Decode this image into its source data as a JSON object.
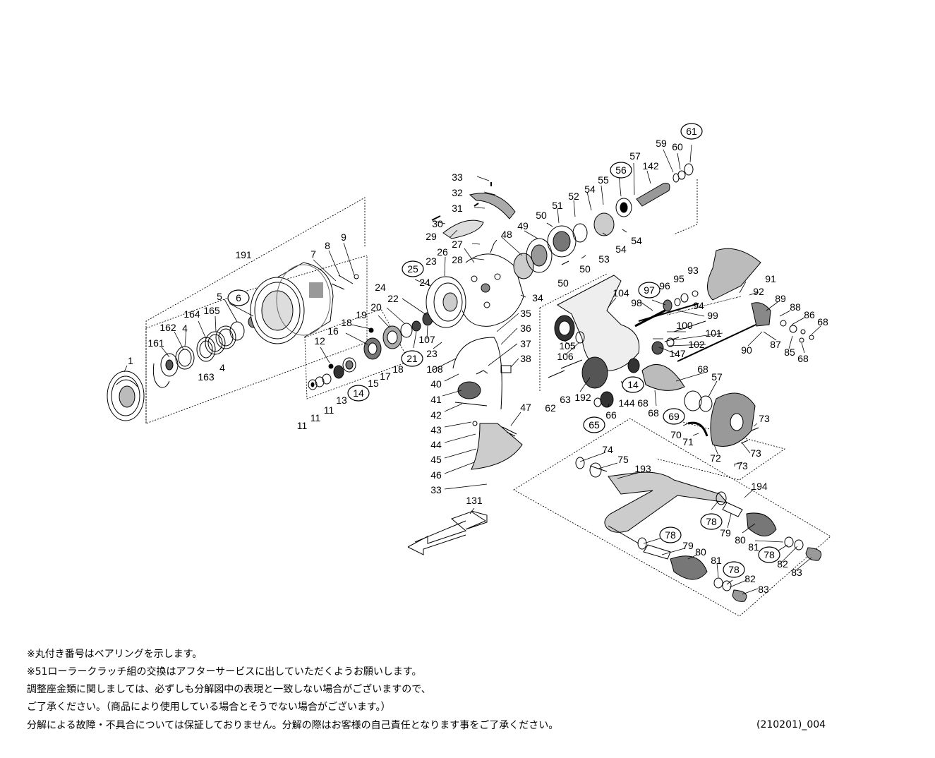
{
  "parts": {
    "p1": "1",
    "p4a": "4",
    "p4b": "4",
    "p5": "5",
    "p6": "6",
    "p7": "7",
    "p8": "8",
    "p9": "9",
    "p11a": "11",
    "p11b": "11",
    "p11c": "11",
    "p12": "12",
    "p13": "13",
    "p14a": "14",
    "p14b": "14",
    "p15": "15",
    "p16": "16",
    "p17": "17",
    "p18a": "18",
    "p18b": "18",
    "p19": "19",
    "p20": "20",
    "p21": "21",
    "p22": "22",
    "p23a": "23",
    "p23b": "23",
    "p24a": "24",
    "p24b": "24",
    "p25": "25",
    "p26": "26",
    "p27": "27",
    "p28": "28",
    "p29": "29",
    "p30": "30",
    "p31": "31",
    "p32": "32",
    "p33a": "33",
    "p33b": "33",
    "p34": "34",
    "p35": "35",
    "p36": "36",
    "p37": "37",
    "p38": "38",
    "p40": "40",
    "p41": "41",
    "p42": "42",
    "p43": "43",
    "p44": "44",
    "p45": "45",
    "p46": "46",
    "p47": "47",
    "p48": "48",
    "p49": "49",
    "p50a": "50",
    "p50b": "50",
    "p50c": "50",
    "p51": "51",
    "p52": "52",
    "p53": "53",
    "p54a": "54",
    "p54b": "54",
    "p54c": "54",
    "p55": "55",
    "p56": "56",
    "p57a": "57",
    "p57b": "57",
    "p59": "59",
    "p60": "60",
    "p61": "61",
    "p62": "62",
    "p63": "63",
    "p65": "65",
    "p66": "66",
    "p68a": "68",
    "p68b": "68",
    "p68c": "68",
    "p68d": "68",
    "p68e": "68",
    "p69": "69",
    "p70": "70",
    "p71": "71",
    "p72": "72",
    "p73a": "73",
    "p73b": "73",
    "p73c": "73",
    "p74": "74",
    "p75": "75",
    "p78a": "78",
    "p78b": "78",
    "p78c": "78",
    "p78d": "78",
    "p79a": "79",
    "p79b": "79",
    "p80a": "80",
    "p80b": "80",
    "p81a": "81",
    "p81b": "81",
    "p82a": "82",
    "p82b": "82",
    "p83a": "83",
    "p83b": "83",
    "p85": "85",
    "p86": "86",
    "p87": "87",
    "p88": "88",
    "p89": "89",
    "p90": "90",
    "p91": "91",
    "p92": "92",
    "p93": "93",
    "p94": "94",
    "p95": "95",
    "p96": "96",
    "p97": "97",
    "p98": "98",
    "p99": "99",
    "p100": "100",
    "p101": "101",
    "p102": "102",
    "p104": "104",
    "p105": "105",
    "p106": "106",
    "p107": "107",
    "p108": "108",
    "p131": "131",
    "p142": "142",
    "p144": "144",
    "p147": "147",
    "p161": "161",
    "p162": "162",
    "p163": "163",
    "p164": "164",
    "p165": "165",
    "p191": "191",
    "p192": "192",
    "p193": "193",
    "p194": "194"
  },
  "notes": [
    "※丸付き番号はベアリングを示します。",
    "※51ローラークラッチ組の交換はアフターサービスに出していただくようお願いします。",
    "調整座金類に関しましては、必ずしも分解図中の表現と一致しない場合がございますので、",
    "ご了承ください。（商品により使用している場合とそうでない場合がございます。）",
    "分解による故障・不具合については保証しておりません。分解の際はお客様の自己責任となります事をご了承ください。"
  ],
  "doc_code": "(210201)_004"
}
